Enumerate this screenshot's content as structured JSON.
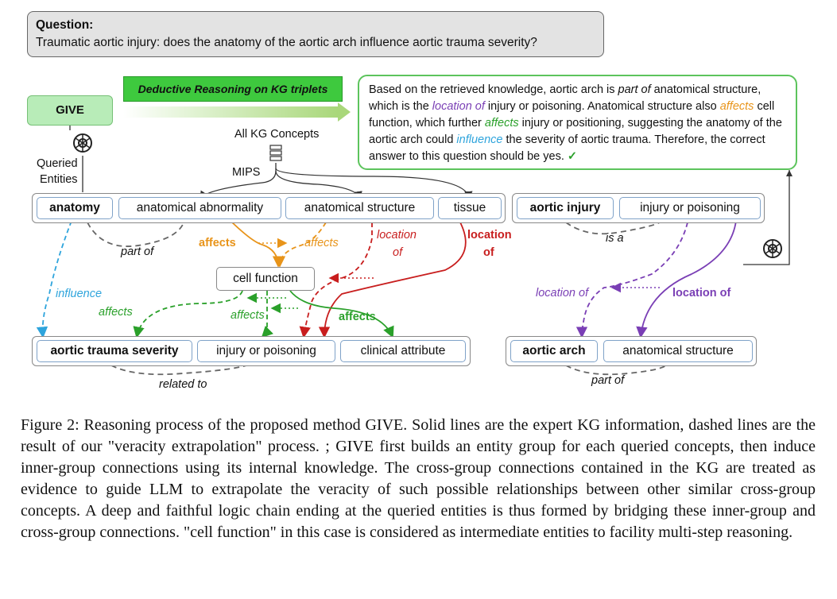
{
  "question": {
    "label": "Question:",
    "text": "Traumatic aortic injury: does the anatomy of the aortic arch influence aortic trauma severity?"
  },
  "give_label": "GIVE",
  "deductive_label": "Deductive Reasoning on KG triplets",
  "answer": {
    "p1": "Based on the retrieved knowledge, aortic arch is ",
    "part_of": "part of",
    "p2": " anatomical structure, which is the ",
    "location_of": "location of",
    "p3": " injury or poisoning. Anatomical structure also ",
    "affects1": "affects",
    "p4": " cell function, which further ",
    "affects2": "affects",
    "p5": " injury or positioning, suggesting the anatomy of the aortic arch could ",
    "influence": "influence",
    "p6": " the severity of aortic trauma. Therefore, the correct answer to this question should be yes.",
    "check": "✓"
  },
  "queried_entities": [
    "Queried",
    "Entities"
  ],
  "all_kg_concepts": "All KG Concepts",
  "mips": "MIPS",
  "top_left_group": [
    "anatomy",
    "anatomical abnormality",
    "anatomical structure",
    "tissue"
  ],
  "top_right_group": [
    "aortic injury",
    "injury or poisoning"
  ],
  "bottom_left_group": [
    "aortic trauma severity",
    "injury or poisoning",
    "clinical attribute"
  ],
  "bottom_right_group": [
    "aortic arch",
    "anatomical structure"
  ],
  "cell_function": "cell function",
  "edge_labels": {
    "part_of_left": "part of",
    "affects_top": "affects",
    "affects_dashed_top": "affects",
    "location_of_dashed_1": "location",
    "location_of_dashed_2": "of",
    "location_of_solid_1": "location",
    "location_of_solid_2": "of",
    "influence": "influence",
    "affects_left": "affects",
    "affects_mid": "affects",
    "affects_green": "affects",
    "related_to": "related to",
    "is_a": "is a",
    "location_of_right_dashed": "location of",
    "location_of_right_solid": "location of",
    "part_of_right": "part of"
  },
  "colors": {
    "blue": "#2ea4dc",
    "orange": "#e8941a",
    "red": "#c81e1e",
    "green": "#2aa02a",
    "purple": "#7a3fb5",
    "gray": "#666666"
  },
  "caption": "Figure 2: Reasoning process of the proposed method GIVE. Solid lines are the expert KG information, dashed lines are the result of our \"veracity extrapolation\" process. ; GIVE first builds an entity group for each queried concepts, then induce inner-group connections using its internal knowledge. The cross-group connections contained in the KG are treated as evidence to guide LLM to extrapolate the veracity of such possible relationships between other similar cross-group concepts. A deep and faithful logic chain ending at the queried entities is thus formed by bridging these inner-group and cross-group connections. \"cell function\" in this case is considered as intermediate entities to facility multi-step reasoning."
}
